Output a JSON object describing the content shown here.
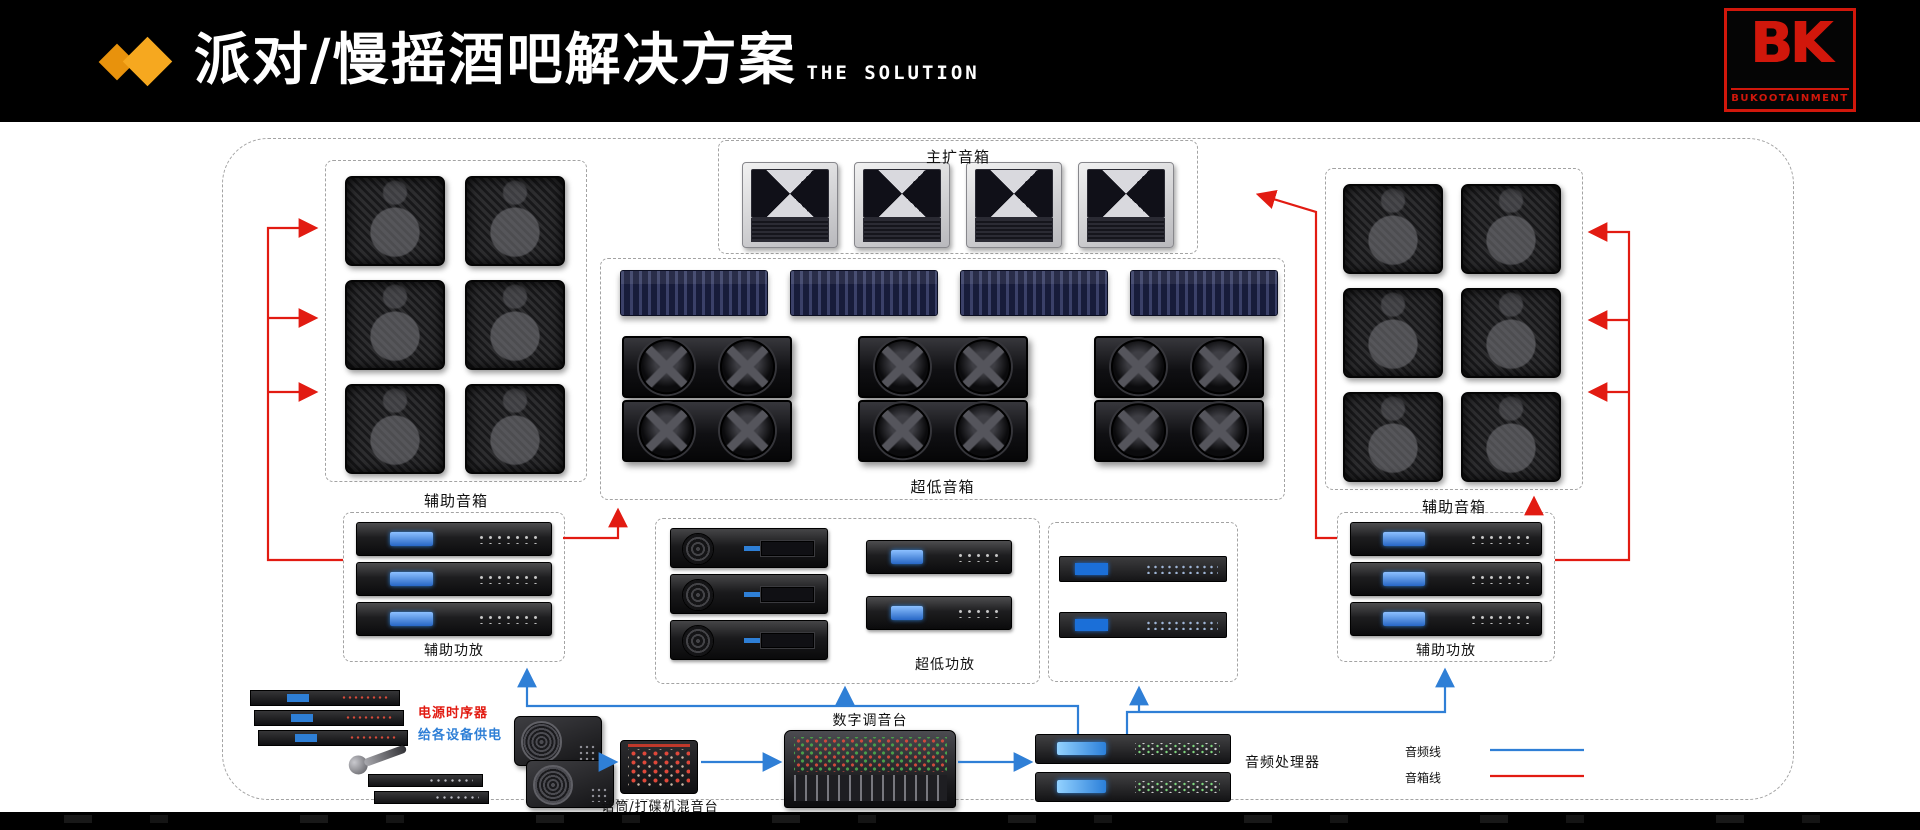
{
  "header": {
    "title": "派对/慢摇酒吧解决方案",
    "subtitle": "THE SOLUTION",
    "logo": {
      "mark": "BK",
      "wordmark": "BUKOOTAINMENT"
    }
  },
  "groups": {
    "main_speakers": "主扩音箱",
    "subwoofers": "超低音箱",
    "aux_speakers": "辅助音箱",
    "aux_amp": "辅助功放",
    "sub_amp": "超低功放",
    "power_sequencer": "电源时序器",
    "power_note": "给各设备供电",
    "mic_dj_mixer": "话筒/打碟机混音台",
    "digital_console": "数字调音台",
    "audio_processor": "音频处理器"
  },
  "legend": {
    "audio_line": "音频线",
    "speaker_line": "音箱线",
    "audio_line_color": "#2f7fd6",
    "speaker_line_color": "#e21b12"
  }
}
